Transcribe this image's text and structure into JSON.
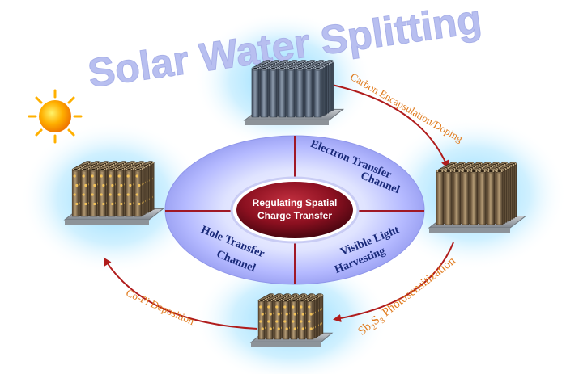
{
  "title": "Solar Water Splitting",
  "center_label": [
    "Regulating Spatial",
    "Charge Transfer"
  ],
  "quadrants": {
    "electron": [
      "Electron Transfer",
      "Channel"
    ],
    "visible": [
      "Visible Light",
      "Harvesting"
    ],
    "hole": [
      "Hole Transfer",
      "Channel"
    ]
  },
  "steps": {
    "carbon": "Carbon Encapsulation/Doping",
    "sb2s3": {
      "base": "Sb",
      "sub1": "2",
      "mid": "S",
      "sub2": "3",
      "rest": " Photosensitization"
    },
    "copi": "Co-Pi Deposition"
  },
  "colors": {
    "title": "#b8bff0",
    "step_text": "#e07a1c",
    "arrow": "#b01c1c",
    "inner_text": "#1a2a7a",
    "center_fill": "#8c1020",
    "glow": "#7fd6ff"
  },
  "icons": [
    "sun-icon",
    "tube-array-gray",
    "tube-array-brown",
    "tube-array-dots"
  ]
}
